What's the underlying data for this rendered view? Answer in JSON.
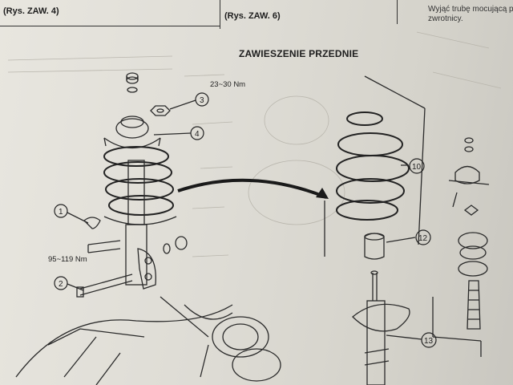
{
  "header": {
    "left_ref": "(Rys. ZAW. 4)",
    "mid_ref": "(Rys. ZAW. 6)",
    "right_note_line1": "Wyjąć trubę mocującą piastę",
    "right_note_line2": "zwrotnicy."
  },
  "diagram": {
    "title": "ZAWIESZENIE PRZEDNIE",
    "torque_top": "23~30 Nm",
    "torque_mid": "95~119 Nm",
    "callouts": [
      "1",
      "2",
      "3",
      "4",
      "10",
      "12",
      "13"
    ]
  }
}
